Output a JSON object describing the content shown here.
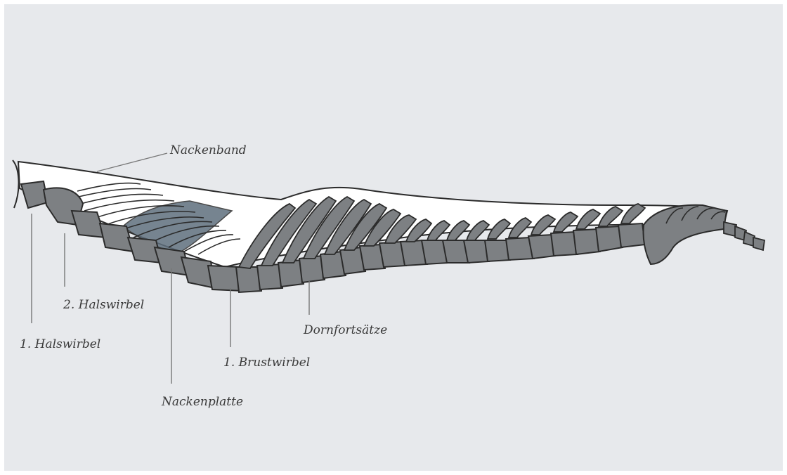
{
  "labels": {
    "nackenband": "Nackenband",
    "halswirbel_2": "2. Halswirbel",
    "halswirbel_1": "1. Halswirbel",
    "nackenplatte": "Nackenplatte",
    "brustwirbel_1": "1. Brustwirbel",
    "dornfortsaetze": "Dornfortsätze"
  },
  "colors": {
    "background": "#e7e9ec",
    "bone_fill": "#7d8083",
    "bone_stroke": "#2b2b2b",
    "plate_fill": "#5f6f7d",
    "ligament_fill": "#ffffff",
    "leader_line": "#777777",
    "label_text": "#3a3a3a"
  }
}
